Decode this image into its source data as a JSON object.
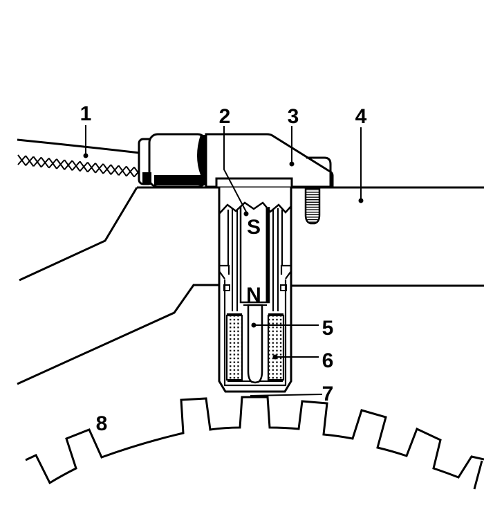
{
  "diagram": {
    "title_note": "",
    "colors": {
      "line": "#000000",
      "background": "#ffffff"
    },
    "callouts": {
      "c1": "1",
      "c2": "2",
      "c3": "3",
      "c4": "4",
      "c5": "5",
      "c6": "6",
      "c7": "7",
      "c8": "8"
    },
    "magnet": {
      "south_pole": "S",
      "north_pole": "N"
    }
  }
}
